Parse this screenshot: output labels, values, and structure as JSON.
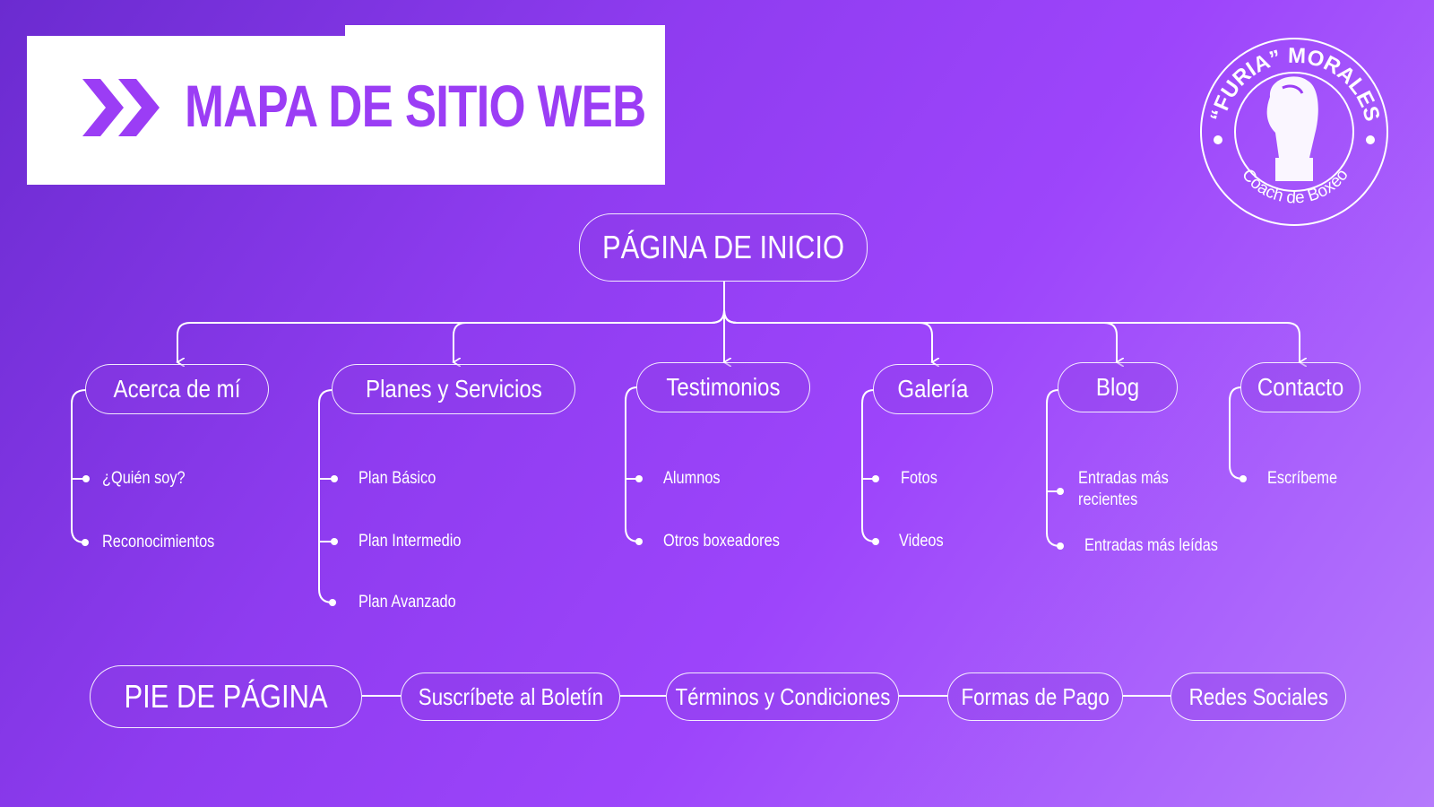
{
  "header": {
    "title": "MAPA DE SITIO WEB"
  },
  "logo": {
    "top_text": "“FURIA” MORALES",
    "bottom_text": "Coach de Boxeo",
    "icon": "boxing-glove-icon"
  },
  "colors": {
    "accent": "#9b3df5",
    "bg_start": "#6b2bd0",
    "bg_end": "#b57afc"
  },
  "root": {
    "label": "PÁGINA DE INICIO"
  },
  "sections": [
    {
      "label": "Acerca de mí",
      "items": [
        "¿Quién soy?",
        "Reconocimientos"
      ]
    },
    {
      "label": "Planes y Servicios",
      "items": [
        "Plan Básico",
        "Plan Intermedio",
        "Plan Avanzado"
      ]
    },
    {
      "label": "Testimonios",
      "items": [
        "Alumnos",
        "Otros boxeadores"
      ]
    },
    {
      "label": "Galería",
      "items": [
        "Fotos",
        "Videos"
      ]
    },
    {
      "label": "Blog",
      "items": [
        "Entradas más recientes",
        "Entradas más leídas"
      ]
    },
    {
      "label": "Contacto",
      "items": [
        "Escríbeme"
      ]
    }
  ],
  "footer": {
    "label": "PIE DE PÁGINA",
    "items": [
      "Suscríbete al Boletín",
      "Términos y Condiciones",
      "Formas de Pago",
      "Redes Sociales"
    ]
  }
}
